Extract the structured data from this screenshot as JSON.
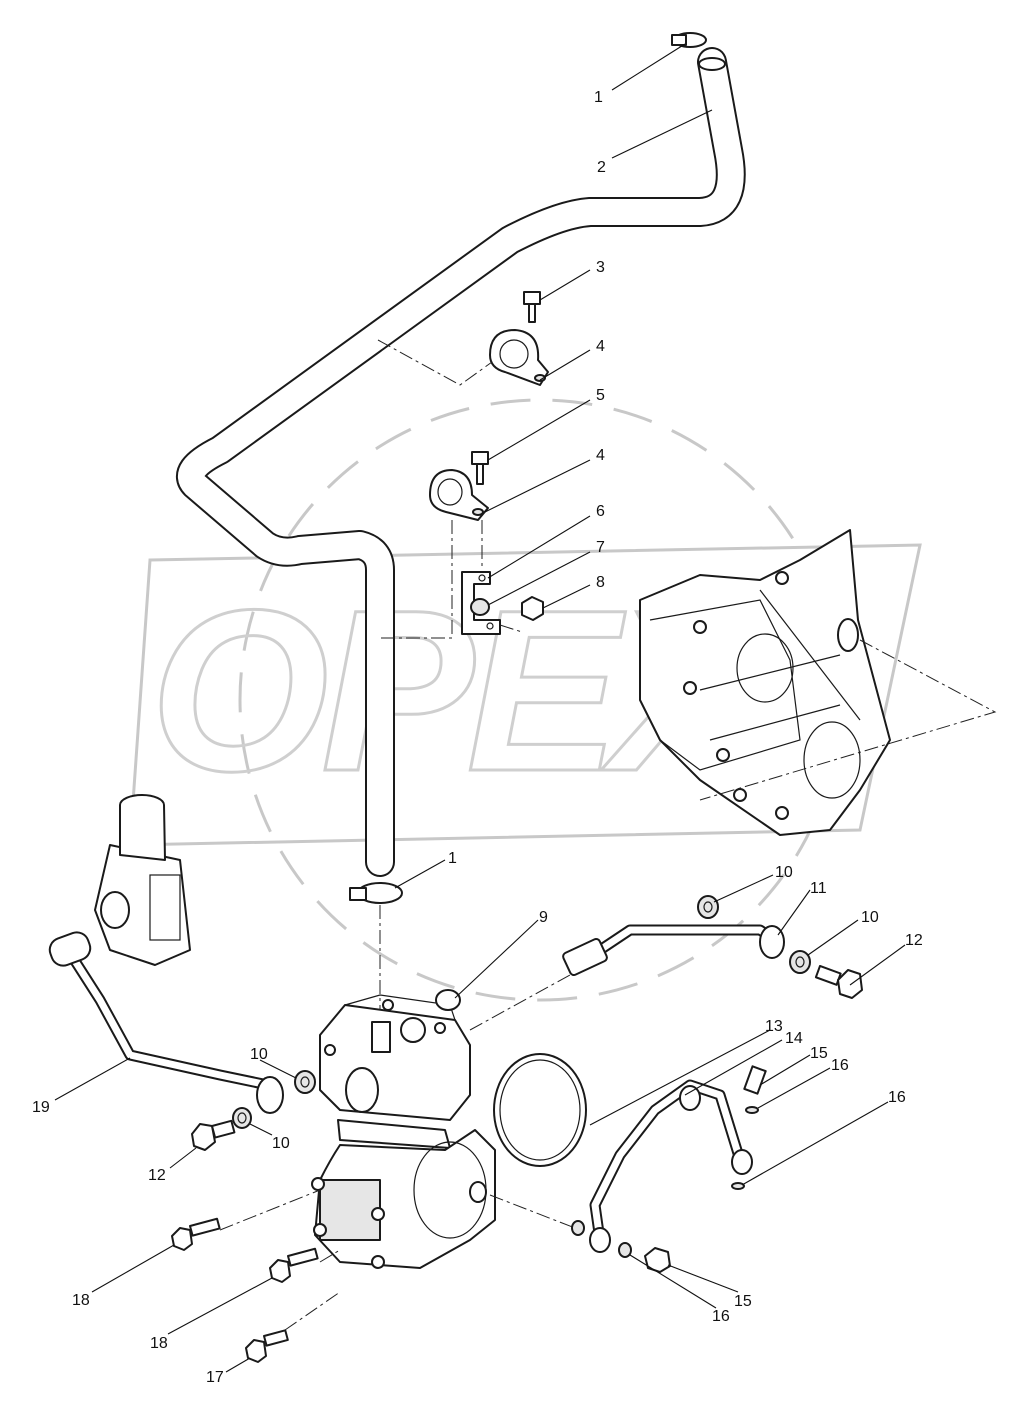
{
  "diagram": {
    "watermark_text": "OPEX",
    "callouts": [
      "1",
      "2",
      "3",
      "4",
      "5",
      "4",
      "6",
      "7",
      "8",
      "1",
      "9",
      "10",
      "11",
      "10",
      "12",
      "13",
      "14",
      "15",
      "16",
      "16",
      "19",
      "10",
      "10",
      "12",
      "18",
      "18",
      "17",
      "15",
      "16"
    ]
  }
}
